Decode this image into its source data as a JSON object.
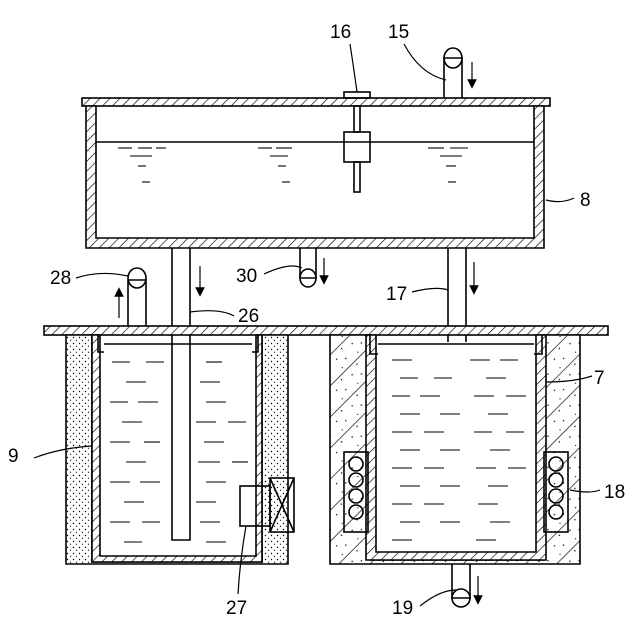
{
  "labels": {
    "n7": "7",
    "n8": "8",
    "n9": "9",
    "n15": "15",
    "n16": "16",
    "n17": "17",
    "n18": "18",
    "n19": "19",
    "n26": "26",
    "n27": "27",
    "n28": "28",
    "n30": "30"
  }
}
